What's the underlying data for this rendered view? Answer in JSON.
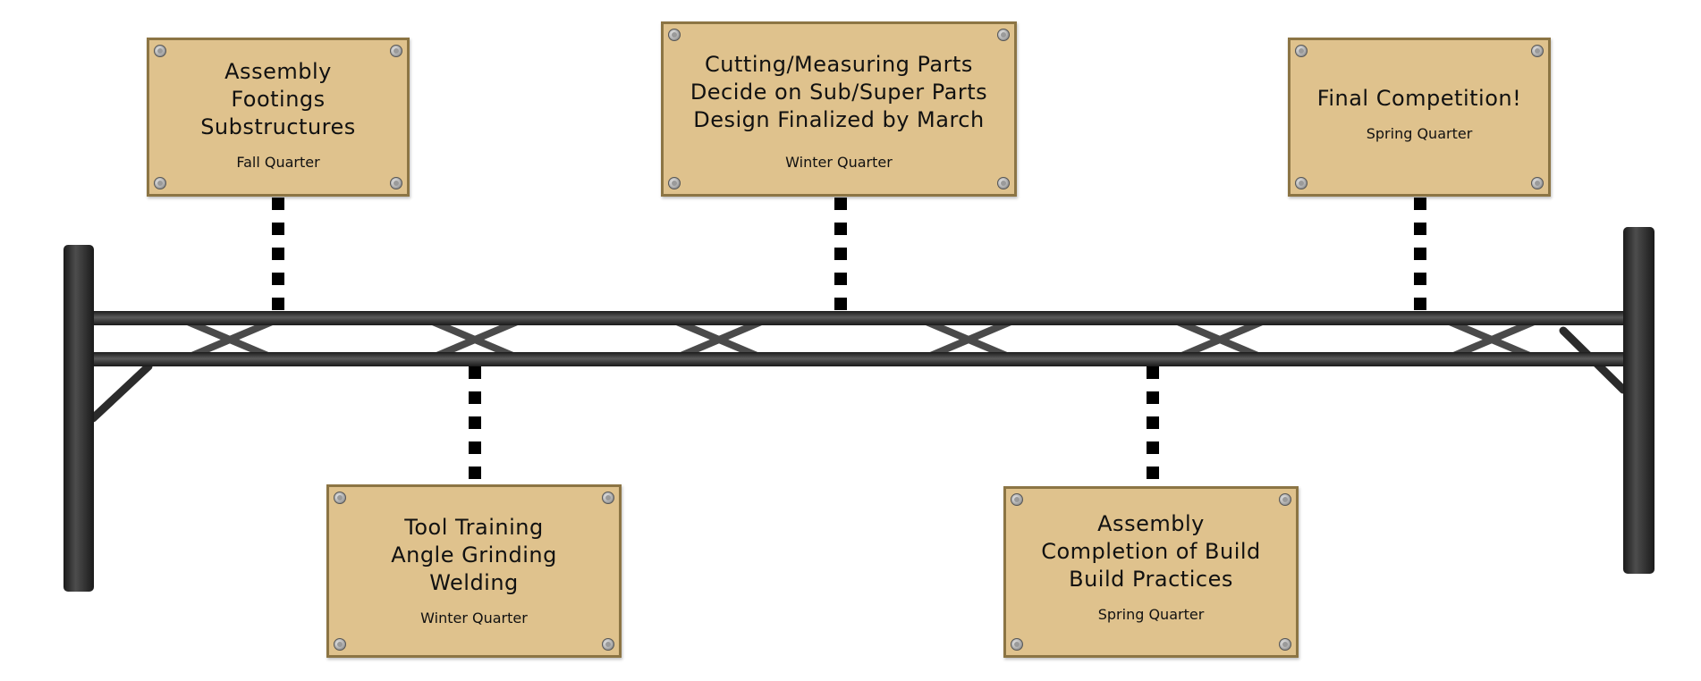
{
  "colors": {
    "plaque_fill": "#dfc28d",
    "plaque_border": "#8c7544",
    "truss": "#2b2b2b",
    "connector": "#000000"
  },
  "milestones": [
    {
      "title": "Assembly\nFootings\nSubstructures",
      "quarter": "Fall Quarter"
    },
    {
      "title": "Tool Training\nAngle Grinding\nWelding",
      "quarter": "Winter Quarter"
    },
    {
      "title": "Cutting/Measuring Parts\nDecide on Sub/Super Parts\nDesign Finalized by March",
      "quarter": "Winter Quarter"
    },
    {
      "title": "Assembly\nCompletion of Build\nBuild Practices",
      "quarter": "Spring Quarter"
    },
    {
      "title": "Final Competition!",
      "quarter": "Spring Quarter"
    }
  ]
}
